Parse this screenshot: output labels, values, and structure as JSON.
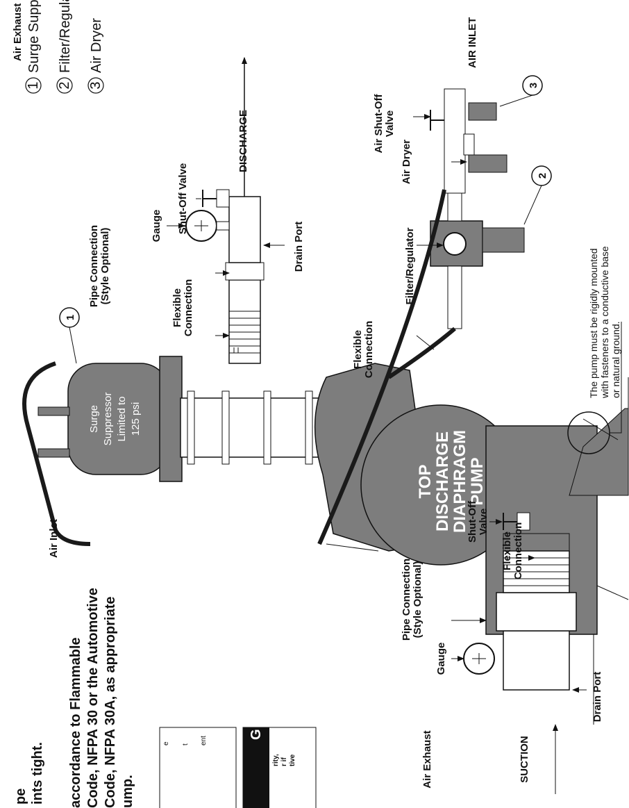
{
  "legend": [
    {
      "num": "1",
      "label": "Surge Suppressor"
    },
    {
      "num": "2",
      "label": "Filter/Regulator"
    },
    {
      "num": "3",
      "label": "Air Dryer"
    }
  ],
  "labels": {
    "air_exhaust_top": "Air Exhaust",
    "air_inlet_left": "Air Inlet",
    "surge_line1": "Surge",
    "surge_line2": "Suppressor",
    "surge_line3": "Limited to",
    "surge_line4": "125 psi",
    "flex_top_1": "Flexible",
    "flex_top_2": "Connection",
    "pipe_conn_top_1": "Pipe Connection",
    "pipe_conn_top_2": "(Style Optional)",
    "gauge_top": "Gauge",
    "shutoff_top": "Shut-Off Valve",
    "drain_top": "Drain Port",
    "discharge": "DISCHARGE",
    "air_inlet_right": "AIR INLET",
    "air_shutoff_1": "Air Shut-Off",
    "air_shutoff_2": "Valve",
    "air_dryer": "Air Dryer",
    "filter_reg": "Filter/Regulator",
    "flex_mid_1": "Flexible",
    "flex_mid_2": "Connection",
    "pump_line1": "TOP",
    "pump_line2": "DISCHARGE",
    "pump_line3": "DIAPHRAGM",
    "pump_line4": "PUMP",
    "ground_1": "The pump must be rigidly mounted",
    "ground_2": "with fasteners to a conductive base",
    "ground_3": "or natural ground.",
    "flex_bot_1": "Flexible",
    "flex_bot_2": "Connection",
    "pipe_conn_bot_1": "Pipe Connection",
    "pipe_conn_bot_2": "(Style Optional)",
    "gauge_bot": "Gauge",
    "shutoff_bot_1": "Shut-Off",
    "shutoff_bot_2": "Valve",
    "drain_bot": "Drain Port",
    "air_exhaust_bot": "Air Exhaust",
    "suction": "SUCTION"
  },
  "notes": {
    "pipe_1": "pe",
    "pipe_2": "ints tight.",
    "code_1": "accordance to Flammable",
    "code_2": "Code, NFPA 30 or the Automotive",
    "code_3": "Code, NFPA 30A, as appropriate",
    "code_4": "ump.",
    "box_1": "e",
    "box_2": "t",
    "box_3": "ent",
    "warn_title": "G",
    "warn_1": "rity,",
    "warn_2": "r if",
    "warn_3": "tive"
  },
  "colors": {
    "equipment_fill": "#7d7d7d",
    "hose": "#1a1a1a",
    "line": "#111111"
  }
}
